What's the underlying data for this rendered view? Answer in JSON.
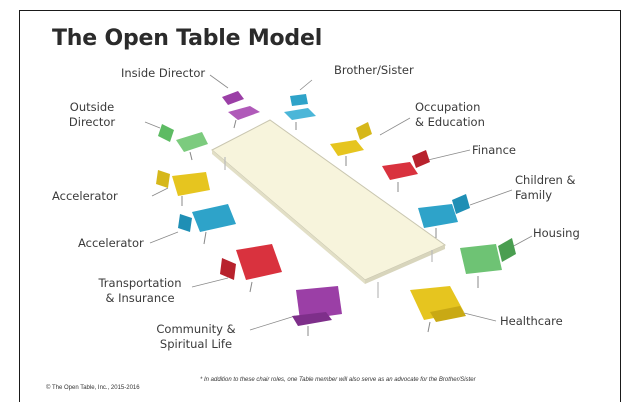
{
  "title": "The Open Table Model",
  "labels": {
    "inside_director": "Inside Director",
    "brother_sister": "Brother/Sister",
    "outside_director": "Outside\nDirector",
    "occupation_education": "Occupation\n& Education",
    "finance": "Finance",
    "accelerator_1": "Accelerator",
    "children_family": "Children &\nFamily",
    "accelerator_2": "Accelerator",
    "housing": "Housing",
    "transportation_insurance": "Transportation\n& Insurance",
    "healthcare": "Healthcare",
    "community_spiritual": "Community &\nSpiritual Life"
  },
  "footnote": "* In addition to these chair roles, one Table member will also serve as an advocate for the Brother/Sister",
  "copyright": "© The Open Table, Inc., 2015-2016",
  "chair_colors": {
    "purple": "#9b3fa6",
    "teal": "#2ea3c9",
    "green": "#5dbb63",
    "yellow": "#e6c51f",
    "red": "#d9323e",
    "table": "#f7f4dc"
  }
}
